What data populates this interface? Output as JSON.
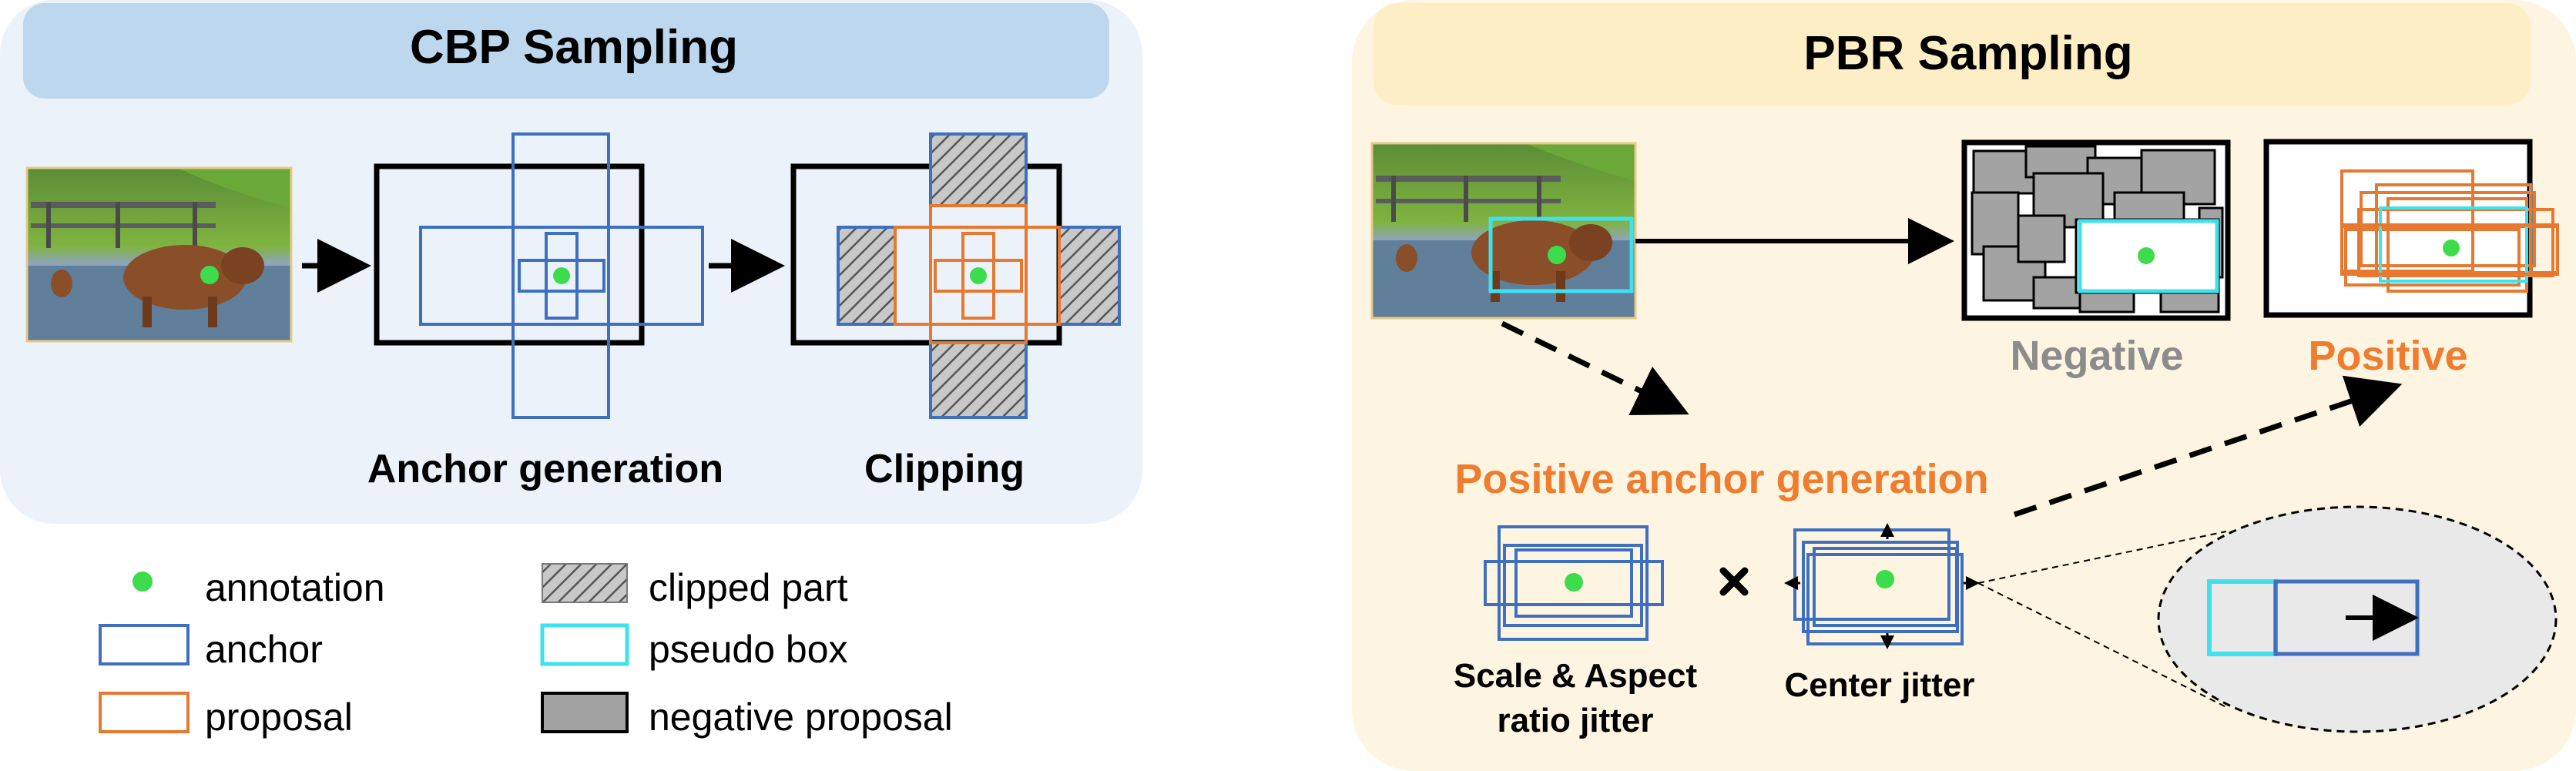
{
  "cbp": {
    "title": "CBP Sampling",
    "label_anchor_generation": "Anchor generation",
    "label_clipping": "Clipping"
  },
  "pbr": {
    "title": "PBR Sampling",
    "label_negative": "Negative",
    "label_positive": "Positive",
    "label_positive_anchor_generation": "Positive anchor generation",
    "label_scale_aspect_line1": "Scale & Aspect",
    "label_scale_aspect_line2": "ratio jitter",
    "label_center_jitter": "Center jitter"
  },
  "legend": {
    "annotation": "annotation",
    "anchor": "anchor",
    "proposal": "proposal",
    "clipped_part": "clipped part",
    "pseudo_box": "pseudo box",
    "negative_proposal": "negative proposal"
  },
  "colors": {
    "anchor_blue": "#3f6fbf",
    "proposal_orange": "#e7782f",
    "annotation_green": "#3ddc4c",
    "pseudo_cyan": "#3fe2ec",
    "negative_gray": "#a3a3a3",
    "cbp_panel_bg": "#ebf2fa",
    "cbp_header_bg": "#bdd7ee",
    "pbr_panel_bg": "#fdf5e1",
    "pbr_header_bg": "#fdeec6",
    "positive_text": "#ee7d2f",
    "negative_text": "#8c8c8c"
  }
}
